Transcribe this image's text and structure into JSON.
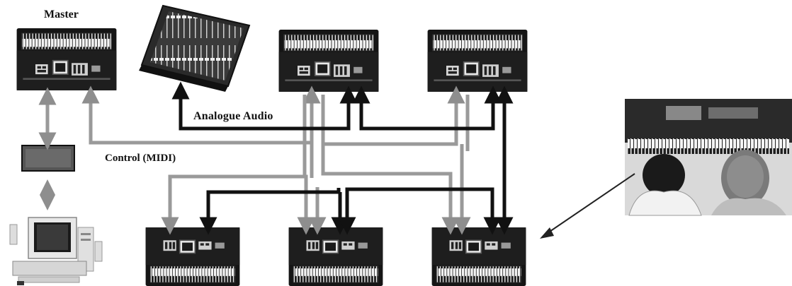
{
  "labels": {
    "master": "Master",
    "analogue_audio": "Analogue Audio",
    "control_midi": "Control (MIDI)"
  },
  "colors": {
    "audio_line": "#111111",
    "midi_line": "#9a9a9a",
    "keyboard_body": "#1a1a1a",
    "background": "#ffffff"
  },
  "icons": {
    "mixer": "mixing-console-icon",
    "computer": "desktop-computer-icon",
    "interface": "midi-interface-icon",
    "photo": "students-at-keyboards-photo"
  }
}
